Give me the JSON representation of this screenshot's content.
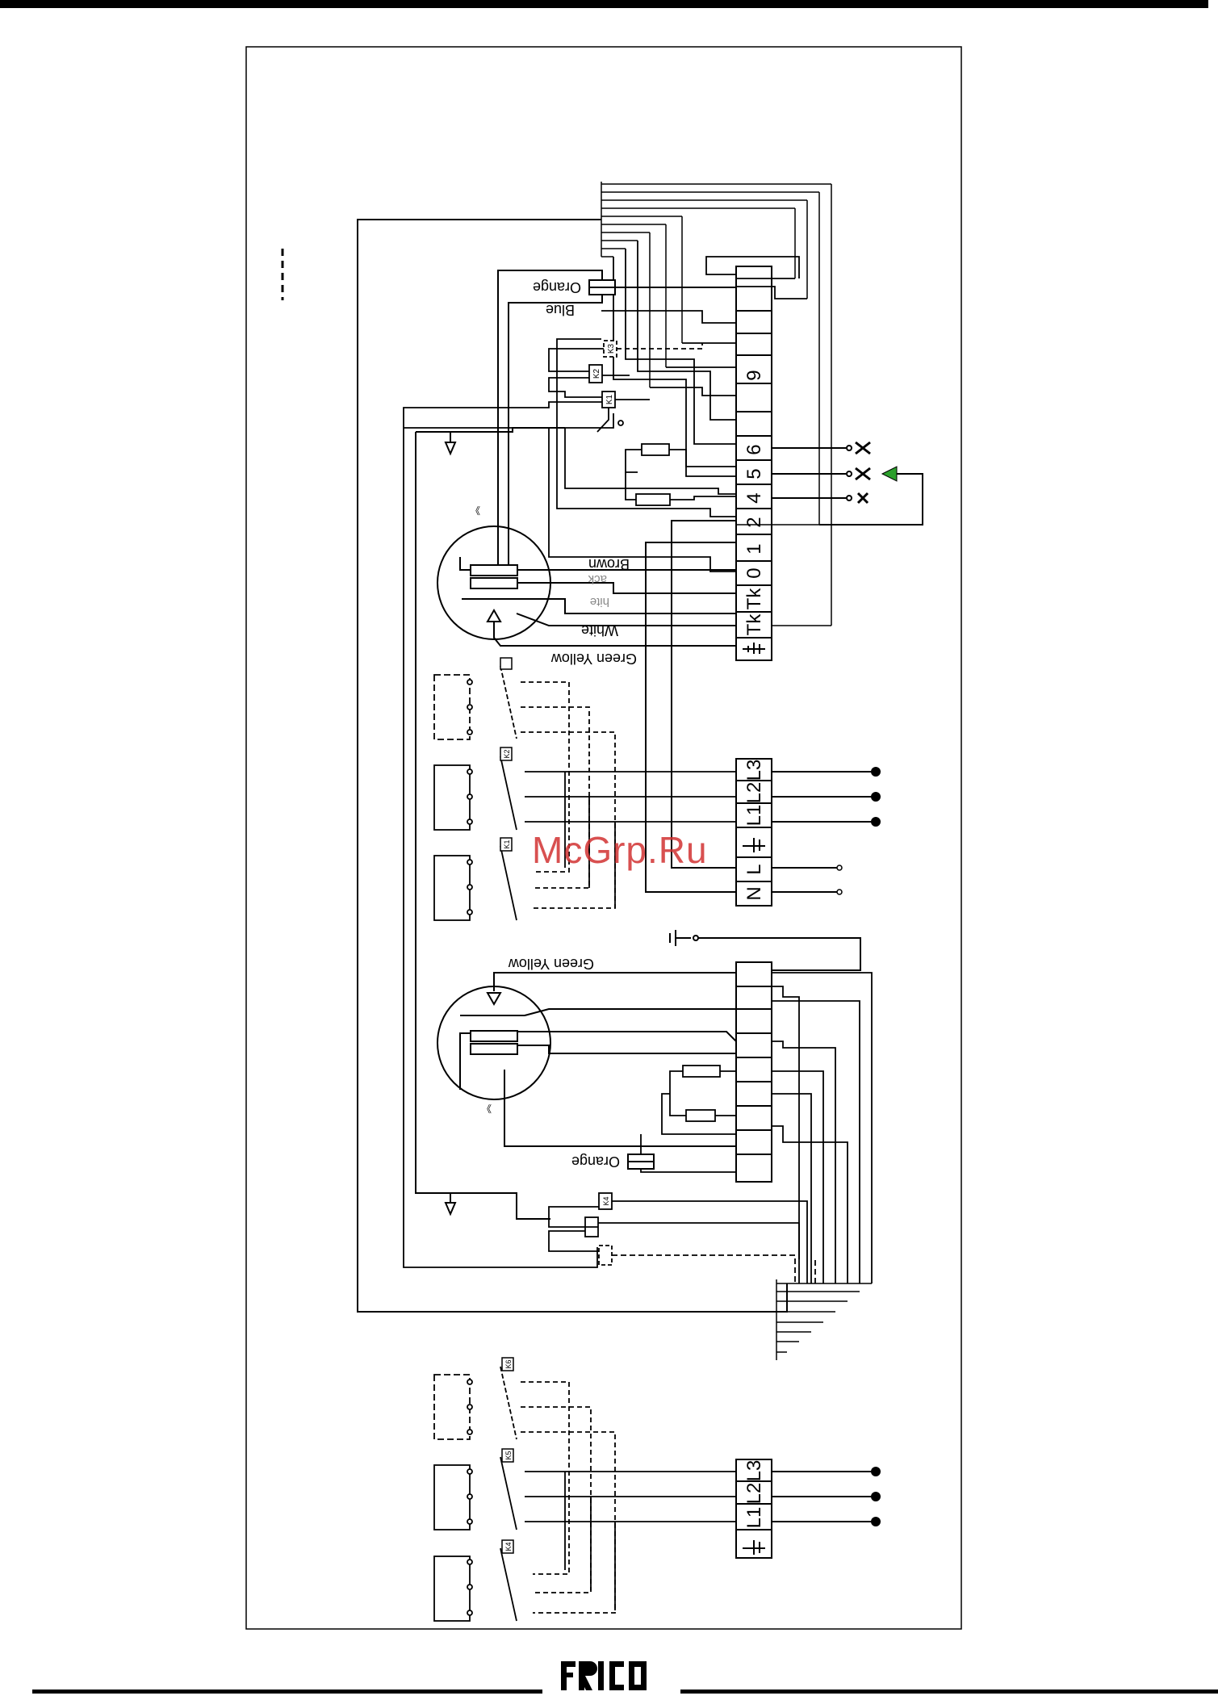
{
  "labels": {
    "orange_top": "Orange",
    "blue": "Blue",
    "brown": "Brown",
    "white": "White",
    "white_faint": "hite",
    "black_faint": "ack",
    "green_yellow_top": "Green Yellow",
    "green_yellow_bottom": "Green Yellow",
    "orange_bottom": "Orange"
  },
  "relays": {
    "k1": "K1",
    "k2": "K2",
    "k3": "K3",
    "k4": "K4",
    "k5": "K5",
    "k6": "K6"
  },
  "terminal_block_top": [
    "",
    "",
    "",
    "9",
    "",
    "",
    "6",
    "5",
    "4",
    "2",
    "1",
    "0",
    "Tk",
    "Tk",
    ""
  ],
  "supply_top": [
    "L3",
    "L2",
    "L1",
    "",
    "L",
    "N"
  ],
  "supply_bottom": [
    "L3",
    "L2",
    "L1",
    ""
  ],
  "watermark": "McGrp.Ru",
  "logo": "FRICO",
  "colors": {
    "line": "#000000",
    "watermark": "#d23232",
    "arrow": "#2ca02c"
  }
}
